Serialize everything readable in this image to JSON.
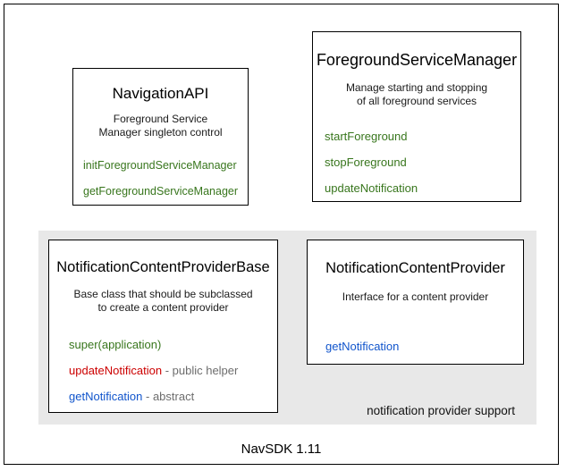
{
  "diagram": {
    "footer_label": "NavSDK 1.11",
    "group_panel": {
      "caption": "notification provider support"
    },
    "colors": {
      "green": "#38761d",
      "red": "#cc0000",
      "blue": "#1155cc",
      "gray_suffix": "#6d6d6d",
      "panel_background": "#e8e8e8",
      "box_border": "#000000",
      "page_background": "#ffffff"
    },
    "boxes": [
      {
        "id": "navigation-api",
        "title": "NavigationAPI",
        "description": "Foreground Service\nManager singleton control",
        "description_lines": [
          "Foreground Service",
          "Manager singleton control"
        ],
        "members": [
          {
            "name": "initForegroundServiceManager",
            "color": "#38761d",
            "suffix": ""
          },
          {
            "name": "getForegroundServiceManager",
            "color": "#38761d",
            "suffix": ""
          }
        ]
      },
      {
        "id": "foreground-service-manager",
        "title": "ForegroundServiceManager",
        "description": "Manage starting and stopping\nof all foreground services",
        "description_lines": [
          "Manage starting and stopping",
          "of all foreground services"
        ],
        "members": [
          {
            "name": "startForeground",
            "color": "#38761d",
            "suffix": ""
          },
          {
            "name": "stopForeground",
            "color": "#38761d",
            "suffix": ""
          },
          {
            "name": "updateNotification",
            "color": "#38761d",
            "suffix": ""
          }
        ]
      },
      {
        "id": "notification-content-provider-base",
        "title": "NotificationContentProviderBase",
        "description": "Base class that should be subclassed\nto create a content provider",
        "description_lines": [
          "Base class that should be subclassed",
          "to create a content provider"
        ],
        "members": [
          {
            "name": "super(application)",
            "color": "#38761d",
            "suffix": ""
          },
          {
            "name": "updateNotification",
            "color": "#cc0000",
            "suffix": " - public helper"
          },
          {
            "name": "getNotification",
            "color": "#1155cc",
            "suffix": " - abstract"
          }
        ]
      },
      {
        "id": "notification-content-provider",
        "title": "NotificationContentProvider",
        "description": "Interface for a content provider",
        "description_lines": [
          "Interface for a content provider"
        ],
        "members": [
          {
            "name": "getNotification",
            "color": "#1155cc",
            "suffix": ""
          }
        ]
      }
    ]
  }
}
